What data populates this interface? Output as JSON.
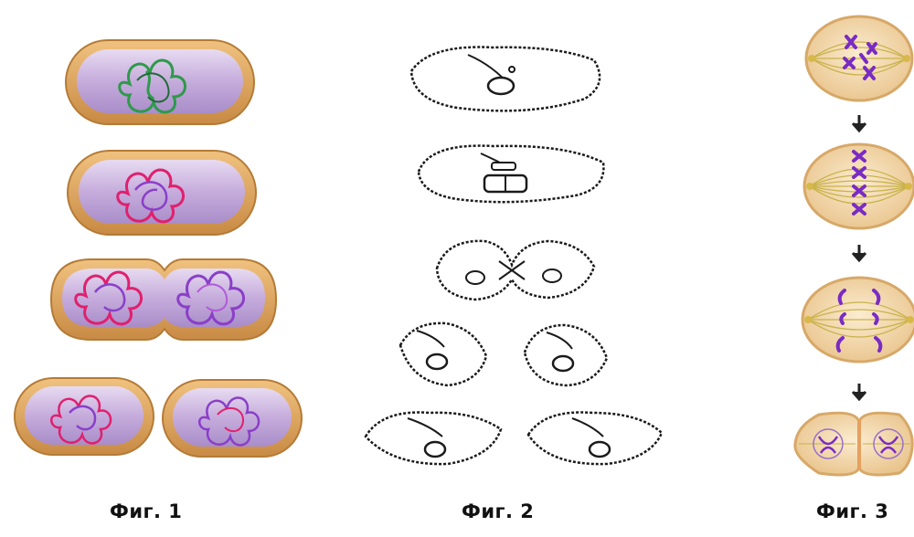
{
  "figures": [
    {
      "caption": "Фиг. 1"
    },
    {
      "caption": "Фиг. 2"
    },
    {
      "caption": "Фиг. 3"
    }
  ],
  "colors": {
    "wall": "#e1a55c",
    "wall_dark": "#b47b36",
    "cytoplasm": "#c8b0de",
    "dna_parent": "#2e9a4a",
    "dna_new": "#e0206e",
    "dna_purple": "#8a3fc8",
    "chromosome": "#7a2bc4",
    "spindle": "#c8b24a",
    "cell_fill": "#f3ddb0",
    "arrow": "#222222",
    "ink": "#1a1a1a"
  }
}
